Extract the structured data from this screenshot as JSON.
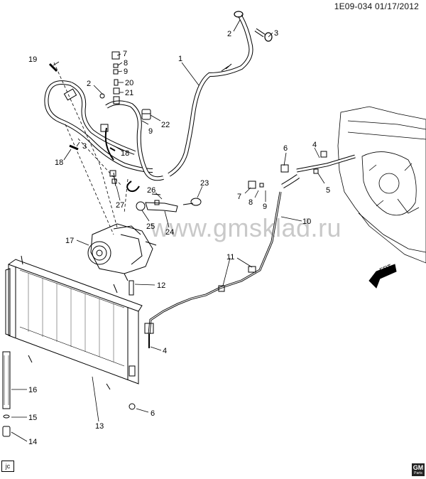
{
  "header": {
    "code": "1E09-034",
    "date": "01/17/2012"
  },
  "watermark": "www.gmsklad.ru",
  "corner_box": "jc",
  "logo": {
    "text": "GM",
    "sub": "Parts"
  },
  "orientation_label": "FRT",
  "callouts": [
    "1",
    "2",
    "3",
    "2",
    "3",
    "4",
    "4",
    "5",
    "6",
    "6",
    "7",
    "7",
    "8",
    "8",
    "9",
    "9",
    "9",
    "10",
    "11",
    "12",
    "13",
    "14",
    "15",
    "16",
    "17",
    "18",
    "18",
    "19",
    "20",
    "21",
    "22",
    "23",
    "24",
    "25",
    "26",
    "27"
  ]
}
